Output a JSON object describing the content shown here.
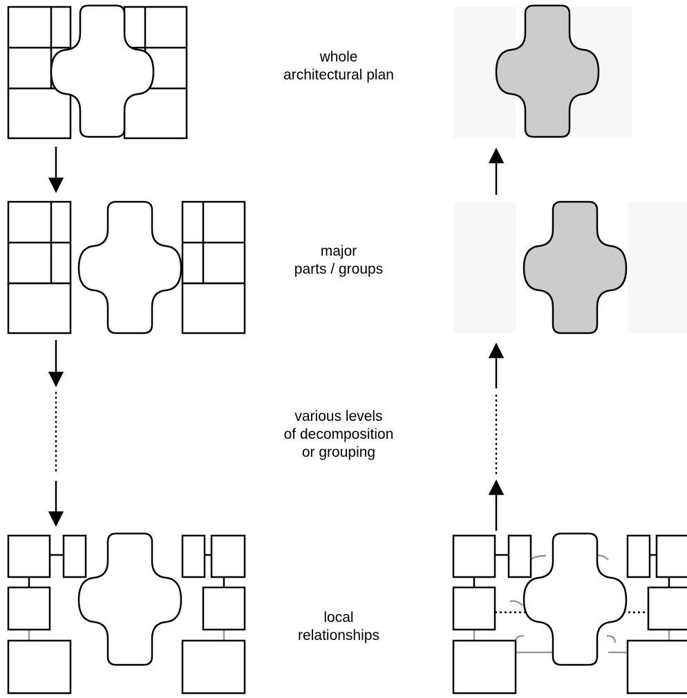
{
  "levels": [
    {
      "lines": [
        "whole",
        "architectural plan"
      ]
    },
    {
      "lines": [
        "major",
        "parts / groups"
      ]
    },
    {
      "lines": [
        "various levels",
        "of decomposition",
        "or grouping"
      ]
    },
    {
      "lines": [
        "local",
        "relationships"
      ]
    }
  ],
  "colors": {
    "stroke": "#000000",
    "left_fill": "#ffffff",
    "right_room_fill": "#f7f7f7",
    "right_hall_fill": "#cccccc",
    "relationship_line": "#999999"
  },
  "icons": {
    "down_arrow": "arrow-down-icon",
    "up_arrow": "arrow-up-icon"
  }
}
